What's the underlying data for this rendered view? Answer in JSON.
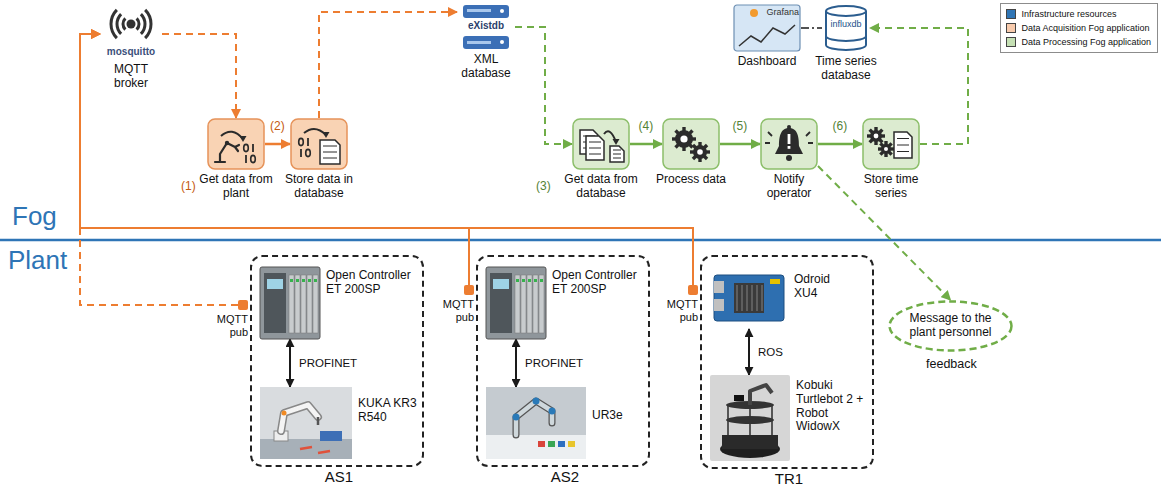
{
  "diagram": {
    "nodes": [
      {
        "text": [
          "mosquitto",
          "MQTT broker"
        ]
      },
      {
        "text": [
          "Get data from plant"
        ]
      },
      {
        "text": [
          "Store data in database"
        ]
      },
      {
        "text": [
          "eXistdb",
          "XML database"
        ]
      },
      {
        "text": [
          "Get data from database"
        ]
      },
      {
        "text": [
          "Process data"
        ]
      },
      {
        "text": [
          "Notify operator"
        ]
      },
      {
        "text": [
          "Store time series"
        ]
      },
      {
        "text": [
          "Grafana",
          "Dashboard"
        ]
      },
      {
        "text": [
          "influxdb",
          "Time series database"
        ]
      },
      {
        "text": [
          "MQTT pub"
        ]
      },
      {
        "text": [
          "AS1"
        ]
      },
      {
        "text": [
          "Open Controller ET 200SP"
        ],
        "in": 11
      },
      {
        "text": [
          "KUKA KR3 R540"
        ],
        "in": 11
      },
      {
        "text": [
          "MQTT pub"
        ]
      },
      {
        "text": [
          "AS2"
        ]
      },
      {
        "text": [
          "Open Controller ET 200SP"
        ],
        "in": 15
      },
      {
        "text": [
          "UR3e"
        ],
        "in": 15
      },
      {
        "text": [
          "MQTT pub"
        ]
      },
      {
        "text": [
          "TR1"
        ]
      },
      {
        "text": [
          "Odroid XU4"
        ],
        "in": 19
      },
      {
        "text": [
          "Kobuki Turtlebot 2 + Robot WidowX"
        ],
        "in": 19
      },
      {
        "text": [
          "Message to the plant personnel"
        ]
      }
    ],
    "edges": [
      {
        "from": 10,
        "to": 0,
        "arrow": "to"
      },
      {
        "from": 14,
        "to": 0,
        "arrow": "to"
      },
      {
        "from": 18,
        "to": 0,
        "arrow": "to"
      },
      {
        "from": 0,
        "to": 1,
        "arrow": "to"
      },
      {
        "from": 1,
        "to": 2,
        "label": "(2)",
        "arrow": "to"
      },
      {
        "from": 2,
        "to": 3,
        "arrow": "to"
      },
      {
        "from": 3,
        "to": 4,
        "arrow": "to"
      },
      {
        "from": 4,
        "to": 5,
        "label": "(4)",
        "arrow": "to"
      },
      {
        "from": 5,
        "to": 6,
        "label": "(5)",
        "arrow": "to"
      },
      {
        "from": 6,
        "to": 7,
        "label": "(6)",
        "arrow": "to"
      },
      {
        "from": 7,
        "to": 9,
        "arrow": "to"
      },
      {
        "from": 8,
        "to": 9,
        "arrow": "none"
      },
      {
        "from": 6,
        "to": 22,
        "arrow": "to"
      },
      {
        "from": 12,
        "to": 13,
        "label": "PROFINET",
        "arrow": "both"
      },
      {
        "from": 16,
        "to": 17,
        "label": "PROFINET",
        "arrow": "both"
      },
      {
        "from": 20,
        "to": 21,
        "label": "ROS",
        "arrow": "both"
      }
    ],
    "labels": [
      "Fog",
      "Plant",
      "(1)",
      "(3)",
      "feedback"
    ],
    "legend": [
      {
        "text": "Infrastructure resources",
        "color": "#2f75b5"
      },
      {
        "text": "Data Acquisition Fog application",
        "color": "#f8cbad"
      },
      {
        "text": "Data Processing Fog application",
        "color": "#c5e0b4"
      }
    ]
  }
}
